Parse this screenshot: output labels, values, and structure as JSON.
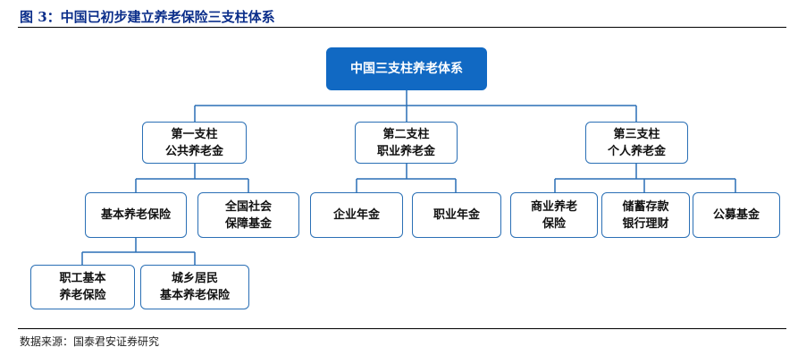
{
  "caption": "图 3：中国已初步建立养老保险三支柱体系",
  "source": "数据来源：国泰君安证券研究",
  "colors": {
    "root_fill": "#1169c3",
    "node_border": "#2a6fb5",
    "connector": "#2a6fb5",
    "caption": "#0b2e8a"
  },
  "nodes": {
    "root": "中国三支柱养老体系",
    "pillar1": "第一支柱\n公共养老金",
    "pillar2": "第二支柱\n职业养老金",
    "pillar3": "第三支柱\n个人养老金",
    "basic": "基本养老保险",
    "ssf": "全国社会\n保障基金",
    "enterprise": "企业年金",
    "occupational": "职业年金",
    "commercial": "商业养老\n保险",
    "savings": "储蓄存款\n银行理财",
    "funds": "公募基金",
    "employee": "职工基本\n养老保险",
    "urban_rural": "城乡居民\n基本养老保险"
  }
}
